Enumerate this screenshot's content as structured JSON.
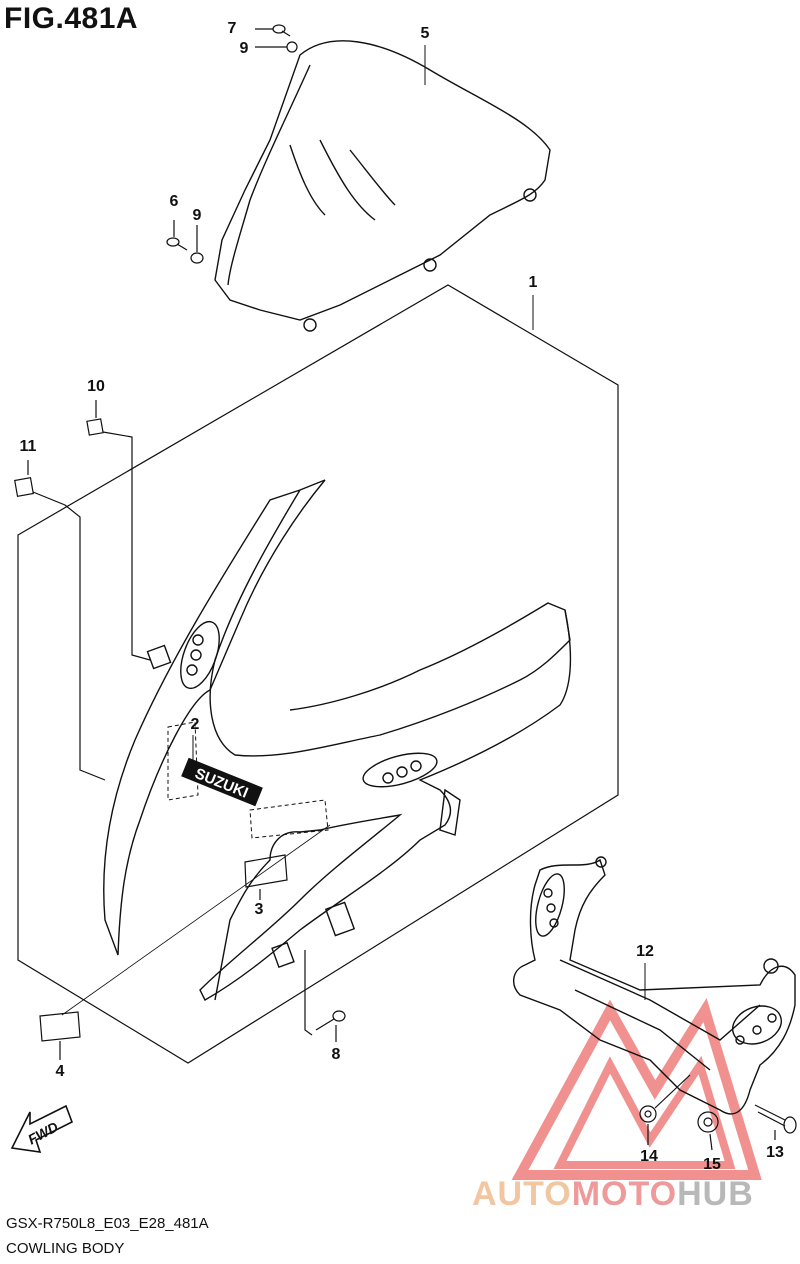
{
  "figure": {
    "title": "FIG.481A",
    "model_code": "GSX-R750L8_E03_E28_481A",
    "section_name": "COWLING BODY"
  },
  "callouts": {
    "c1": "1",
    "c2": "2",
    "c3": "3",
    "c4": "4",
    "c5": "5",
    "c6": "6",
    "c7": "7",
    "c8": "8",
    "c9a": "9",
    "c9b": "9",
    "c10": "10",
    "c11": "11",
    "c12": "12",
    "c13": "13",
    "c14": "14",
    "c15": "15"
  },
  "emblem": {
    "text": "SUZUKI"
  },
  "direction": {
    "label": "FWD"
  },
  "watermark": {
    "part1": "AUTO",
    "part2": "MOTO",
    "part3": "HUB"
  },
  "colors": {
    "line": "#111111",
    "watermark_red": "#e53935",
    "watermark_orange": "#f2c6a0",
    "watermark_grey": "#b8b8b8"
  }
}
